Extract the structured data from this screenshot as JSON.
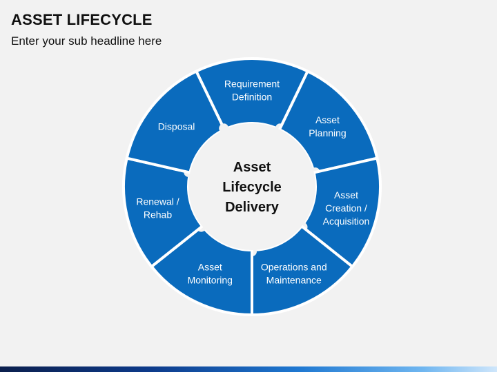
{
  "header": {
    "title": "ASSET LIFECYCLE",
    "subtitle": "Enter your sub headline here"
  },
  "diagram": {
    "center_lines": [
      "Asset",
      "Lifecycle",
      "Delivery"
    ],
    "segments": [
      {
        "lines": [
          "Requirement",
          "Definition"
        ]
      },
      {
        "lines": [
          "Asset",
          "Planning"
        ]
      },
      {
        "lines": [
          "Asset",
          "Creation /",
          "Acquisition"
        ]
      },
      {
        "lines": [
          "Operations and",
          "Maintenance"
        ]
      },
      {
        "lines": [
          "Asset",
          "Monitoring"
        ]
      },
      {
        "lines": [
          "Renewal /",
          "Rehab"
        ]
      },
      {
        "lines": [
          "Disposal"
        ]
      }
    ]
  },
  "colors": {
    "segment_fill": "#0a6bbd",
    "segment_border": "#ffffff",
    "background": "#f2f2f2"
  }
}
